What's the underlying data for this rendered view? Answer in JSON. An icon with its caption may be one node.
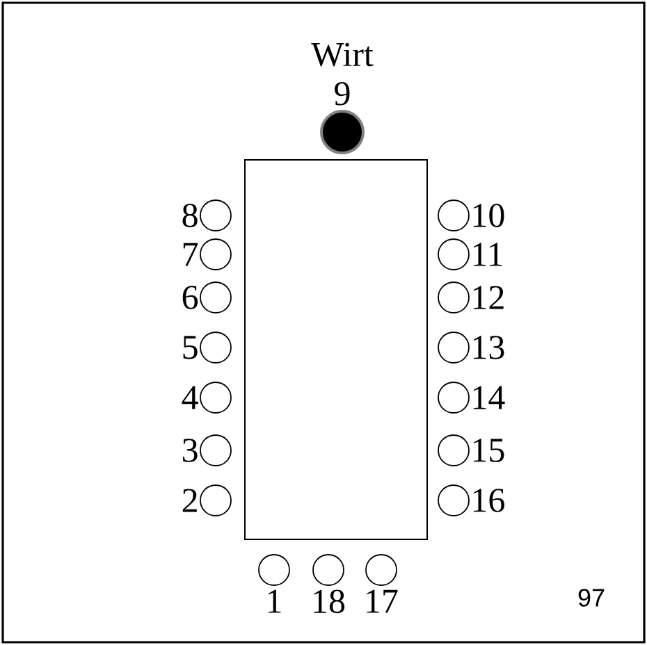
{
  "diagram": {
    "nodes": [
      {
        "text": [],
        "shape": "dot",
        "beside": [
          "Wirt",
          "9"
        ]
      },
      {
        "text": [],
        "shape": "box"
      },
      {
        "text": [],
        "shape": "circle",
        "beside": [
          "8"
        ]
      },
      {
        "text": [],
        "shape": "circle",
        "beside": [
          "10"
        ]
      },
      {
        "text": [],
        "shape": "circle",
        "beside": [
          "7"
        ]
      },
      {
        "text": [],
        "shape": "circle",
        "beside": [
          "11"
        ]
      },
      {
        "text": [],
        "shape": "circle",
        "beside": [
          "6"
        ]
      },
      {
        "text": [],
        "shape": "circle",
        "beside": [
          "12"
        ]
      },
      {
        "text": [],
        "shape": "circle",
        "beside": [
          "5"
        ]
      },
      {
        "text": [],
        "shape": "circle",
        "beside": [
          "13"
        ]
      },
      {
        "text": [],
        "shape": "circle",
        "beside": [
          "4"
        ]
      },
      {
        "text": [],
        "shape": "circle",
        "beside": [
          "14"
        ]
      },
      {
        "text": [],
        "shape": "circle",
        "beside": [
          "3"
        ]
      },
      {
        "text": [],
        "shape": "circle",
        "beside": [
          "15"
        ]
      },
      {
        "text": [],
        "shape": "circle",
        "beside": [
          "2"
        ]
      },
      {
        "text": [],
        "shape": "circle",
        "beside": [
          "16"
        ]
      },
      {
        "text": [],
        "shape": "circle",
        "beside": [
          "1"
        ]
      },
      {
        "text": [],
        "shape": "circle",
        "beside": [
          "18"
        ]
      },
      {
        "text": [],
        "shape": "circle",
        "beside": [
          "17"
        ]
      }
    ],
    "labels": [
      "97"
    ]
  }
}
